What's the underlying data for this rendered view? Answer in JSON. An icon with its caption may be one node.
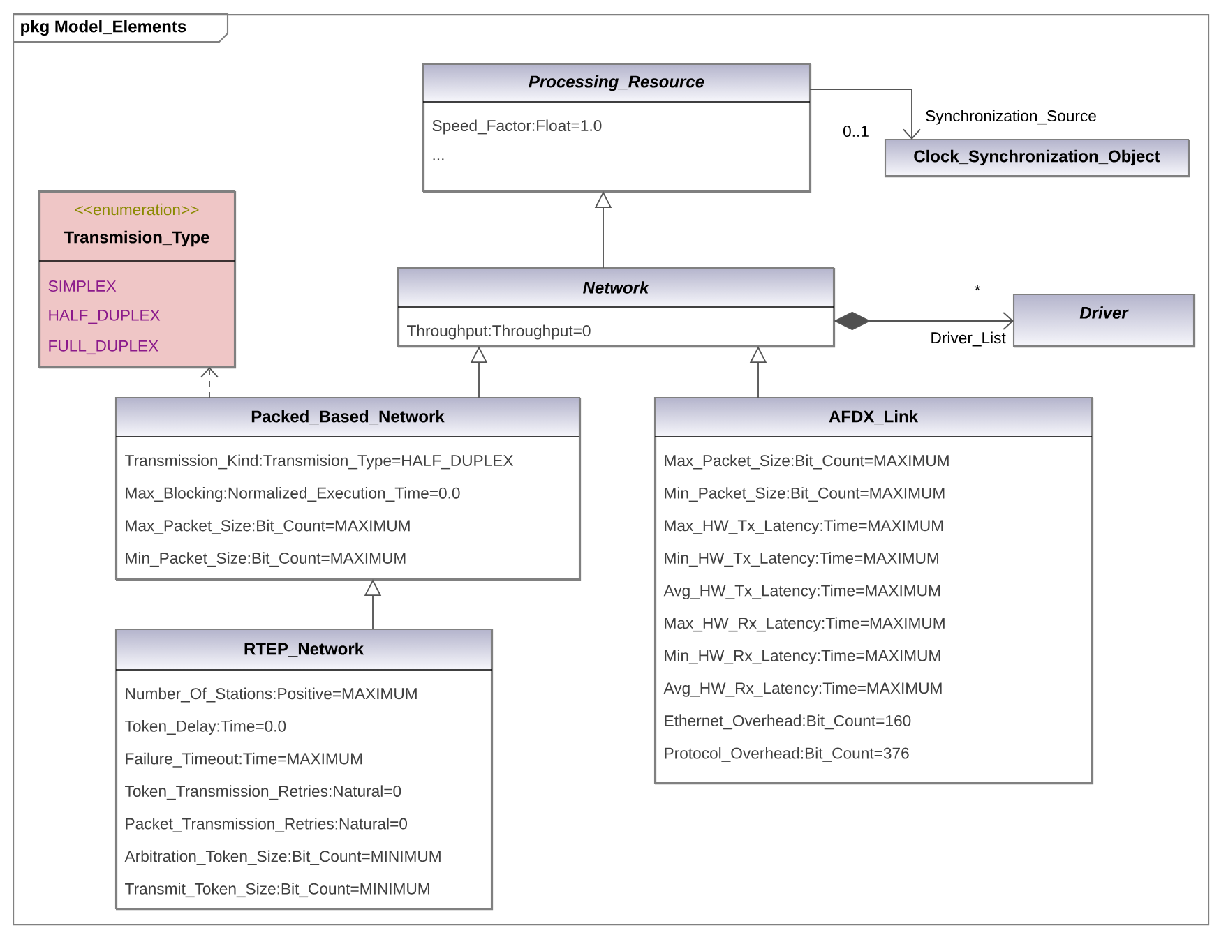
{
  "diagram": {
    "nodes": [
      {
        "text": [
          "pkg Model_Elements"
        ]
      },
      {
        "text": [
          "Processing_Resource",
          "Speed_Factor:Float=1.0",
          "..."
        ],
        "in": 0
      },
      {
        "text": [
          "Clock_Synchronization_Object"
        ],
        "in": 0
      },
      {
        "text": [
          "<<enumeration>>",
          "Transmision_Type",
          "SIMPLEX",
          "HALF_DUPLEX",
          "FULL_DUPLEX"
        ],
        "in": 0
      },
      {
        "text": [
          "Network",
          "Throughput:Throughput=0"
        ],
        "in": 0
      },
      {
        "text": [
          "Driver"
        ],
        "in": 0
      },
      {
        "text": [
          "Packed_Based_Network",
          "Transmission_Kind:Transmision_Type=HALF_DUPLEX",
          "Max_Blocking:Normalized_Execution_Time=0.0",
          "Max_Packet_Size:Bit_Count=MAXIMUM",
          "Min_Packet_Size:Bit_Count=MAXIMUM"
        ],
        "in": 0
      },
      {
        "text": [
          "AFDX_Link",
          "Max_Packet_Size:Bit_Count=MAXIMUM",
          "Min_Packet_Size:Bit_Count=MAXIMUM",
          "Max_HW_Tx_Latency:Time=MAXIMUM",
          "Min_HW_Tx_Latency:Time=MAXIMUM",
          "Avg_HW_Tx_Latency:Time=MAXIMUM",
          "Max_HW_Rx_Latency:Time=MAXIMUM",
          "Min_HW_Rx_Latency:Time=MAXIMUM",
          "Avg_HW_Rx_Latency:Time=MAXIMUM",
          "Ethernet_Overhead:Bit_Count=160",
          "Protocol_Overhead:Bit_Count=376"
        ],
        "in": 0
      },
      {
        "text": [
          "RTEP_Network",
          "Number_Of_Stations:Positive=MAXIMUM",
          "Token_Delay:Time=0.0",
          "Failure_Timeout:Time=MAXIMUM",
          "Token_Transmission_Retries:Natural=0",
          "Packet_Transmission_Retries:Natural=0",
          "Arbitration_Token_Size:Bit_Count=MINIMUM",
          "Transmit_Token_Size:Bit_Count=MINIMUM"
        ],
        "in": 0
      }
    ],
    "edges": [
      {
        "from": 1,
        "to": 2,
        "arrow": "to",
        "label": "Synchronization_Source"
      },
      {
        "from": 4,
        "to": 1,
        "arrow": "to"
      },
      {
        "from": 4,
        "to": 5,
        "arrow": "to",
        "label": "Driver_List"
      },
      {
        "from": 6,
        "to": 4,
        "arrow": "to"
      },
      {
        "from": 7,
        "to": 4,
        "arrow": "to"
      },
      {
        "from": 6,
        "to": 3,
        "arrow": "to",
        "style": "dashed"
      },
      {
        "from": 8,
        "to": 6,
        "arrow": "to"
      }
    ],
    "labels": [
      "0..1",
      "*"
    ]
  }
}
